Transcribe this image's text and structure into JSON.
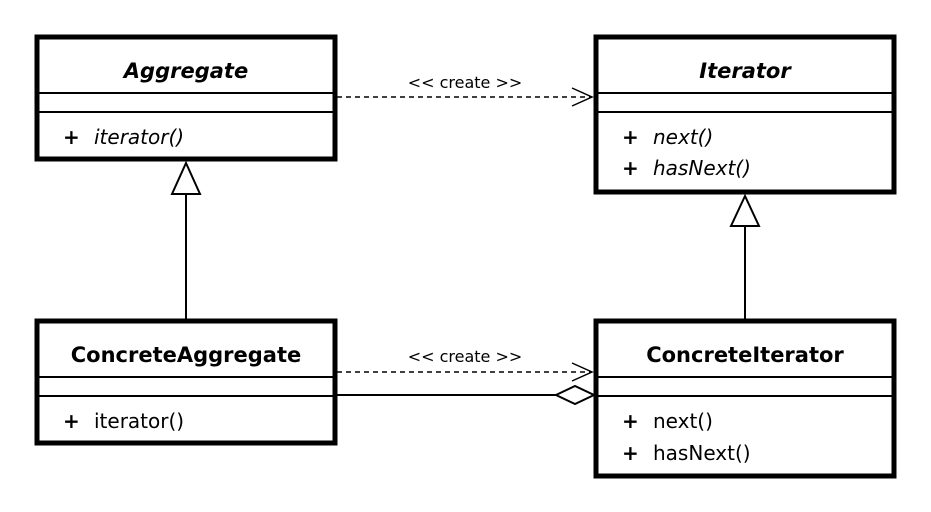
{
  "classes": {
    "aggregate": {
      "name": "Aggregate",
      "operations": [
        {
          "visibility": "+",
          "name": "iterator()"
        }
      ]
    },
    "iterator": {
      "name": "Iterator",
      "operations": [
        {
          "visibility": "+",
          "name": "next()"
        },
        {
          "visibility": "+",
          "name": "hasNext()"
        }
      ]
    },
    "concrete_aggregate": {
      "name": "ConcreteAggregate",
      "operations": [
        {
          "visibility": "+",
          "name": "iterator()"
        }
      ]
    },
    "concrete_iterator": {
      "name": "ConcreteIterator",
      "operations": [
        {
          "visibility": "+",
          "name": "next()"
        },
        {
          "visibility": "+",
          "name": "hasNext()"
        }
      ]
    }
  },
  "relations": {
    "create_top": "<< create >>",
    "create_bottom": "<< create >>"
  }
}
